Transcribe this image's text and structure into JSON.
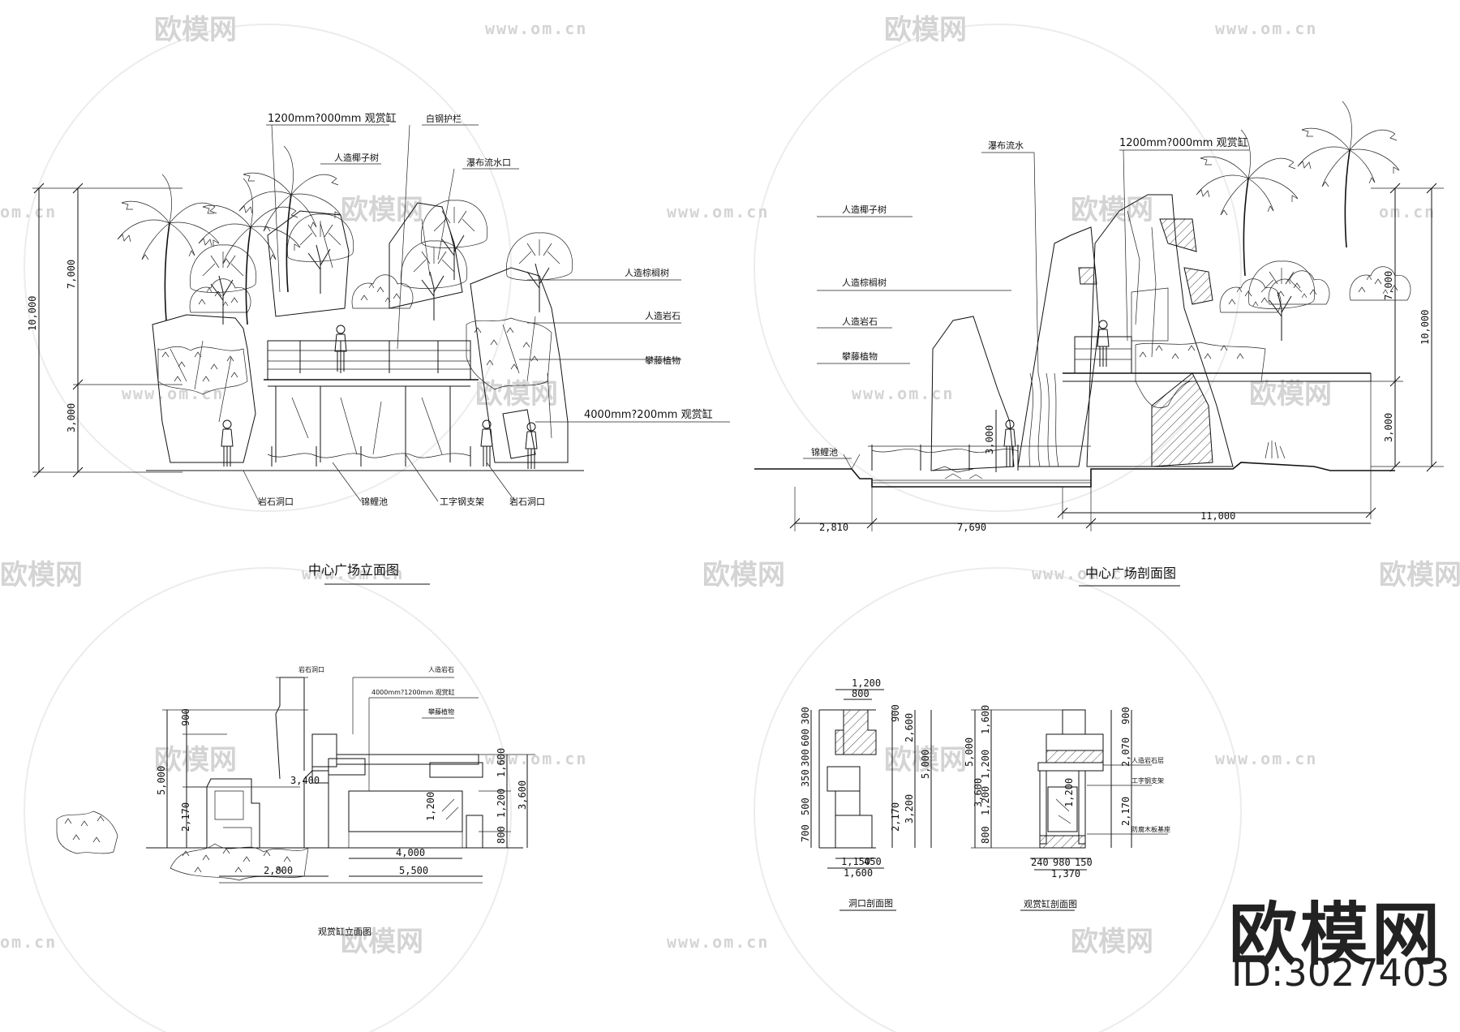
{
  "watermark": {
    "cn": "欧模网",
    "url": "www.om.cn",
    "url_short": "om.cn"
  },
  "brand": {
    "name": "欧模网",
    "id": "ID:3027403"
  },
  "elevation": {
    "title": "中心广场立面图",
    "labels": {
      "tank_top": "1200mm?000mm 观赏缸",
      "railing": "白钢护栏",
      "coconut": "人造椰子树",
      "waterfall_outlet": "瀑布流水口",
      "palm": "人造棕榈树",
      "rock": "人造岩石",
      "vine": "攀藤植物",
      "tank_side": "4000mm?200mm 观赏缸",
      "cave1": "岩石洞口",
      "koi": "锦鲤池",
      "steel_frame": "工字钢支架",
      "cave2": "岩石洞口"
    },
    "dims": {
      "total": "10,000",
      "upper": "7,000",
      "lower": "3,000"
    }
  },
  "section": {
    "title": "中心广场剖面图",
    "labels": {
      "waterfall": "瀑布流水",
      "tank_top": "1200mm?000mm 观赏缸",
      "coconut": "人造椰子树",
      "palm": "人造棕榈树",
      "rock": "人造岩石",
      "vine": "攀藤植物",
      "koi": "锦鲤池"
    },
    "dims": {
      "total": "10,000",
      "upper": "7,000",
      "lower": "3,000",
      "mid": "3,000",
      "d1": "2,810",
      "d2": "7,690",
      "d3": "11,000"
    }
  },
  "tank_elev": {
    "title": "观赏缸立面图",
    "labels": {
      "cave": "岩石洞口",
      "rock": "人造岩石",
      "tank": "4000mm?1200mm 观赏缸",
      "vine": "攀藤植物"
    },
    "dims": {
      "v1": "900",
      "v2": "5,000",
      "v3": "2,170",
      "h1": "3,400",
      "r1": "1,600",
      "r2": "1,200",
      "r3": "800",
      "r4": "3,600",
      "inner": "1,200",
      "w1": "4,000",
      "w2": "2,800",
      "w3": "5,500"
    }
  },
  "cave_section": {
    "title": "洞口剖面图",
    "dims": {
      "top": "1,200",
      "top2": "800",
      "l1": "300",
      "l2": "600",
      "l3": "300",
      "l4": "350",
      "l5": "500",
      "l6": "700",
      "r1": "900",
      "r2": "2,600",
      "r3": "5,000",
      "r4": "2,170",
      "r5": "3,200",
      "b1": "1,150",
      "b2": "450",
      "b3": "1,600"
    }
  },
  "tank_section": {
    "title": "观赏缸剖面图",
    "labels": {
      "a": "人造岩石层",
      "b": "工字钢支架",
      "c": "防腐木板基座"
    },
    "dims": {
      "l1": "1,600",
      "l2": "1,200",
      "l3": "3,600",
      "l4": "1,200",
      "l5": "800",
      "l6": "5,000",
      "r1": "900",
      "r2": "2,070",
      "r3": "2,170",
      "inner": "1,200",
      "b1": "240",
      "b2": "980",
      "b3": "150",
      "b4": "1,370"
    }
  }
}
